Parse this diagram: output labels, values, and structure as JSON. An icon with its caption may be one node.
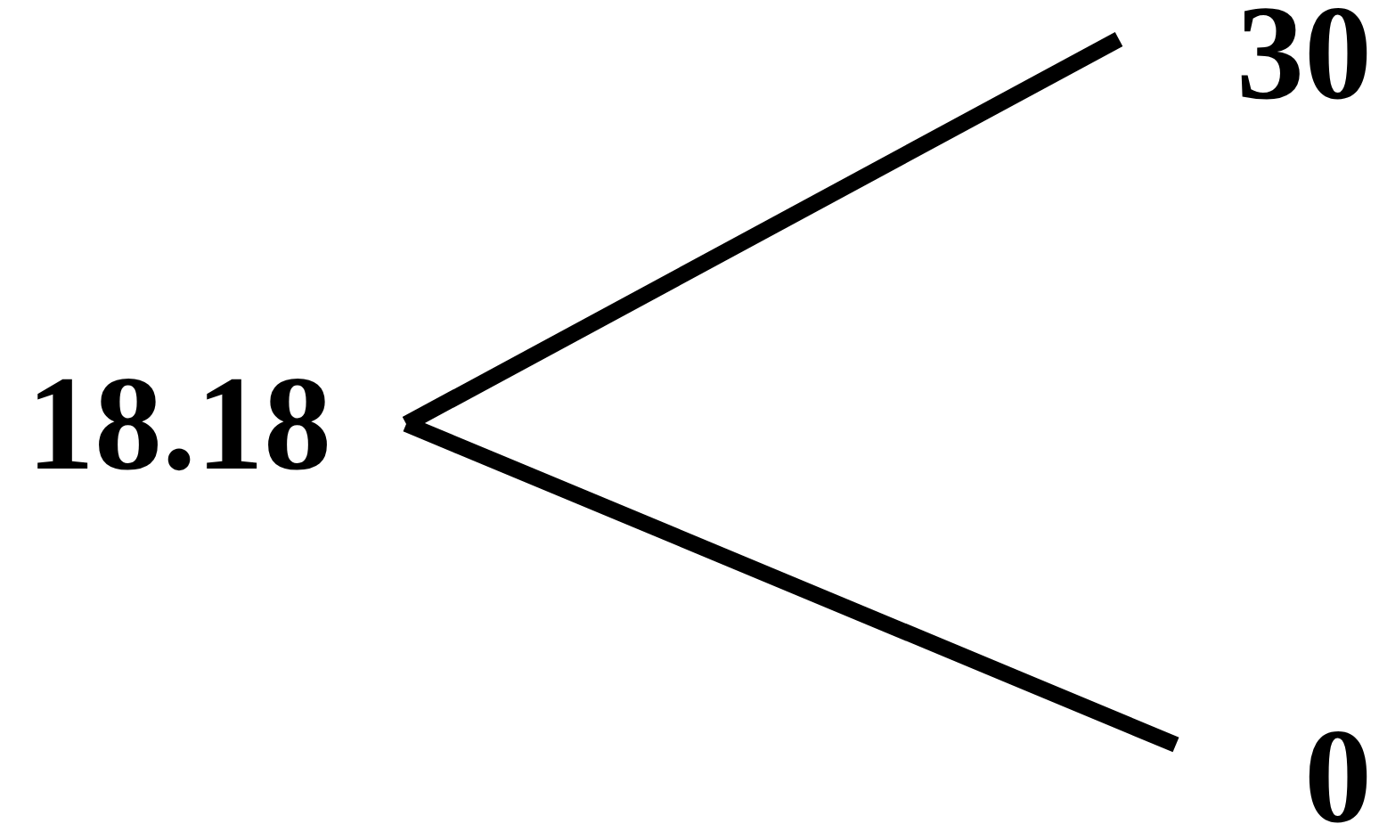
{
  "diagram": {
    "nodes": [
      {
        "text": [
          "18.18"
        ]
      },
      {
        "text": [
          "30"
        ]
      },
      {
        "text": [
          "0"
        ]
      }
    ],
    "edges": [
      {
        "from": 0,
        "to": 1,
        "arrow": "none"
      },
      {
        "from": 0,
        "to": 2,
        "arrow": "none"
      }
    ]
  }
}
